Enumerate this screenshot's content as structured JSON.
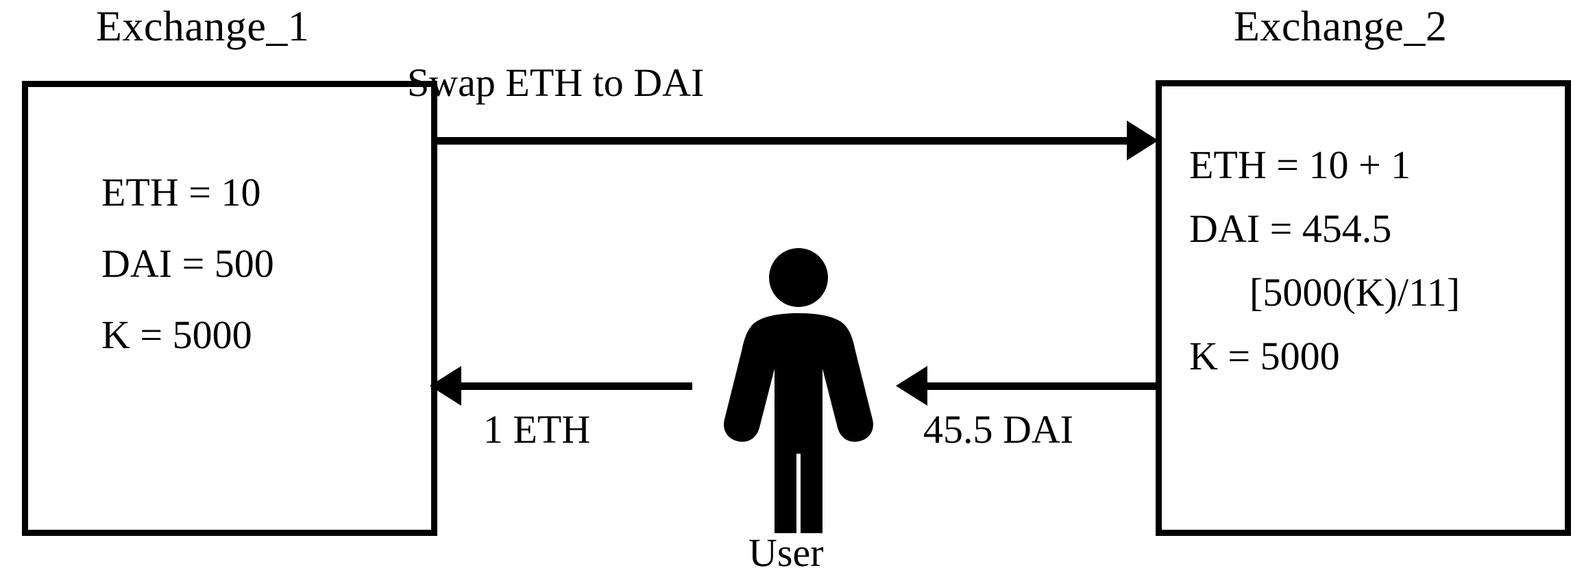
{
  "diagram": {
    "title": "Swap ETH to DAI arbitrage between two exchanges",
    "background_color": "#ffffff",
    "stroke_color": "#000000"
  },
  "exchange_1": {
    "title": "Exchange_1",
    "lines": [
      {
        "text": "ETH = 10",
        "indented": false
      },
      {
        "text": "DAI = 500",
        "indented": false
      },
      {
        "text": "K = 5000",
        "indented": false
      }
    ]
  },
  "exchange_2": {
    "title": "Exchange_2",
    "lines": [
      {
        "text": "ETH = 10 + 1",
        "indented": false
      },
      {
        "text": "DAI = 454.5",
        "indented": false
      },
      {
        "text": "[5000(K)/11]",
        "indented": true
      },
      {
        "text": "K = 5000",
        "indented": false
      }
    ]
  },
  "arrows": {
    "swap": {
      "label": "Swap ETH to DAI",
      "direction": "right"
    },
    "eth_return": {
      "label": "1 ETH",
      "direction": "left"
    },
    "dai_payout": {
      "label": "45.5 DAI",
      "direction": "left"
    }
  },
  "user": {
    "label": "User",
    "icon": "person-icon"
  }
}
